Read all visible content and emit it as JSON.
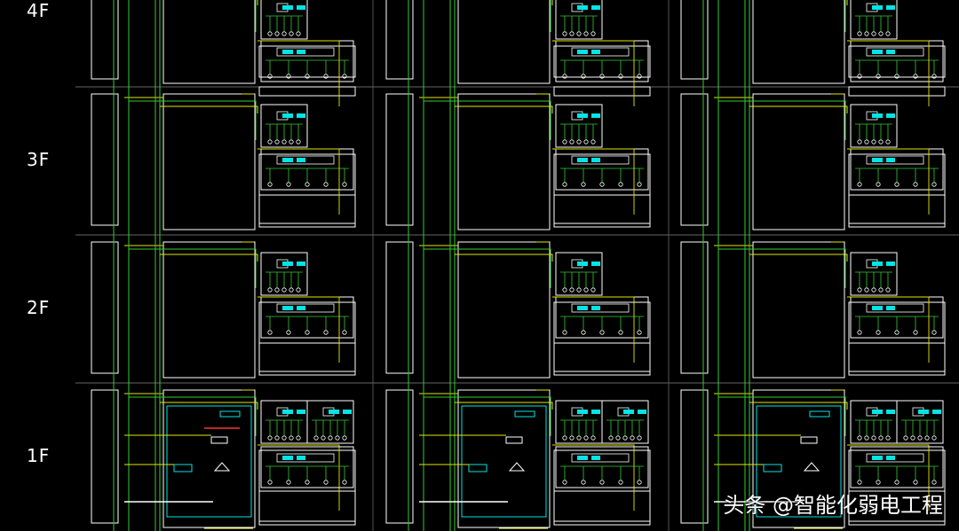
{
  "floors": [
    {
      "label": "4F"
    },
    {
      "label": "3F"
    },
    {
      "label": "2F"
    },
    {
      "label": "1F"
    }
  ],
  "watermark": {
    "text": "头条 @智能化弱电工程"
  },
  "colors": {
    "background": "#000000",
    "frame": "#ffffff",
    "riser": "#33cc33",
    "cable": "#e6e600",
    "device": "#00e5e5",
    "label": "#ffff66",
    "alert": "#ff3333"
  }
}
